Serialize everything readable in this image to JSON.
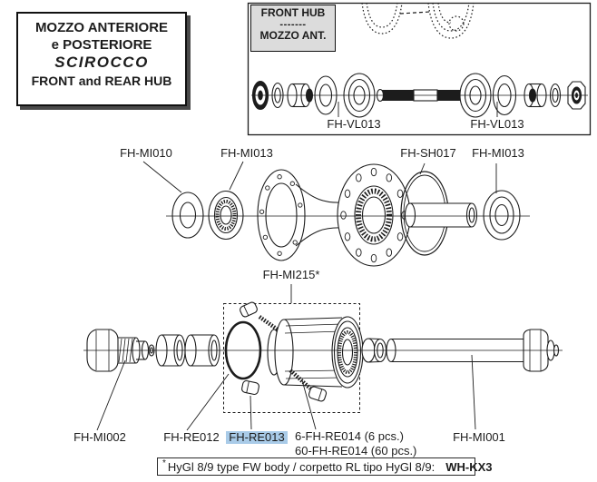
{
  "title_box": {
    "line1": "MOZZO ANTERIORE",
    "line2": "e POSTERIORE",
    "line3": "SCIROCCO",
    "line4": "FRONT and REAR HUB"
  },
  "front_hub_label": {
    "line1": "FRONT HUB",
    "separator": "-------",
    "line2": "MOZZO ANT."
  },
  "part_labels": {
    "front_bearing_left": "FH-VL013",
    "front_bearing_right": "FH-VL013",
    "dust_cap": "FH-MI010",
    "bearing_left": "FH-MI013",
    "seal": "FH-SH017",
    "bearing_right": "FH-MI013",
    "hub_body": "FH-MI215*",
    "axle_nut": "FH-MI002",
    "oring": "FH-RE012",
    "pawl": "FH-RE013",
    "pawl_kit_6": "6-FH-RE014 (6 pcs.)",
    "pawl_kit_60": "60-FH-RE014 (60 pcs.)",
    "rear_axle": "FH-MI001"
  },
  "footnote": {
    "marker": "*",
    "text": "HyGl 8/9 type FW body / corpetto RL tipo HyGl 8/9:",
    "code": "WH-KX3"
  },
  "colors": {
    "highlight_blue": "#a9cbe8",
    "label_box_gray": "#dcdcdc",
    "ink": "#1c1c1c"
  }
}
